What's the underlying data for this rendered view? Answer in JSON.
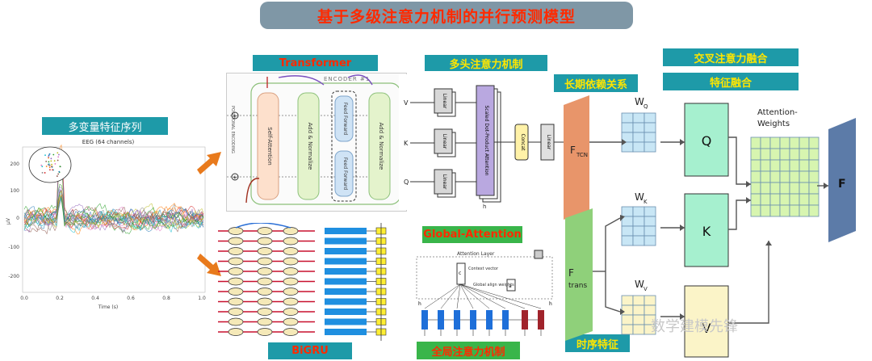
{
  "title": "基于多级注意力机制的并行预测模型",
  "left": {
    "label": "多变量特征序列",
    "eeg_title": "EEG (64 channels)",
    "y_ticks": [
      "200",
      "100",
      "0",
      "-100",
      "-200"
    ],
    "x_ticks": [
      "0.0",
      "0.2",
      "0.4",
      "0.6",
      "0.8",
      "1.0"
    ],
    "xlabel": "Time (s)",
    "ylabel": "µV"
  },
  "transformer": {
    "label": "Transformer",
    "encoder_label": "ENCODER #1",
    "blocks": [
      "Self-Attention",
      "Add & Normalize",
      "Feed Forward",
      "Feed Forward",
      "Add & Normalize"
    ],
    "side_label": "POSITIONAL ENCODING"
  },
  "mha": {
    "label": "多头注意力机制",
    "inputs": [
      "V",
      "K",
      "Q"
    ],
    "linear": "Linear",
    "sdpa": "Scaled Dot-Product Attention",
    "concat": "Concat",
    "linear_out": "Linear",
    "h": "h"
  },
  "bigru": {
    "label": "BiGRU"
  },
  "global_attention": {
    "label": "Global-Attention",
    "bottom_label": "全局注意力机制",
    "layer_label": "Attention Layer",
    "context_label": "Context vector",
    "align_label": "Global align weights",
    "c_t": "c",
    "a_t": "a",
    "h_s": "h",
    "h_t": "h"
  },
  "right": {
    "long_dep": "长期依赖关系",
    "cross_attn": "交叉注意力融合",
    "feature_fusion": "特征融合",
    "temporal": "时序特征",
    "f_tcn": "F",
    "f_tcn_sub": "TCN",
    "f_trans": "F",
    "f_trans_sub": "trans",
    "wq": "W",
    "wq_sub": "Q",
    "wk": "W",
    "wk_sub": "K",
    "wv": "W",
    "wv_sub": "V",
    "q": "Q",
    "k": "K",
    "v": "V",
    "attn_weights": "Attention-\nWeights",
    "f_out": "F"
  },
  "watermark": "数学建模先锋",
  "colors": {
    "title_red": "#ff2a00",
    "teal": "#1e9aa8",
    "green": "#39b54a",
    "orange_arrow": "#e87a1c",
    "ftcn": "#e8956a",
    "ftrans": "#8fd07a",
    "qkv": "#a6f0cf",
    "matrix": "#c8e6f5",
    "attn": "#d7f5b0",
    "fout": "#5c7ba8"
  }
}
